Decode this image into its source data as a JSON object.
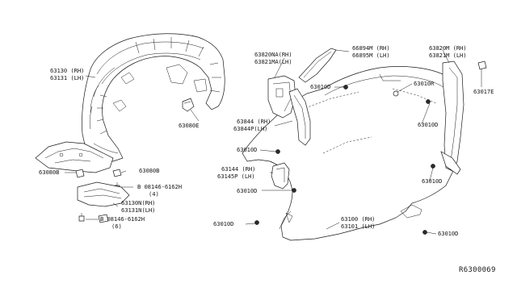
{
  "labels": {
    "liner_rh": "63130 (RH)",
    "liner_lh": "63131 (LH)",
    "p63080e": "63080E",
    "p63080b_left": "63080B",
    "p63080b_right": "63080B",
    "bolt_a": "B 08146-6162H",
    "bolt_a_qty": "(4)",
    "cover_rh": "63130N(RH)",
    "cover_lh": "63131N(LH)",
    "bolt_b": "B 08146-6162H",
    "bolt_b_qty": "(6)",
    "p63820na_rh": "63820NA(RH)",
    "p63821ma_lh": "63821MA(LH)",
    "p66894m_rh": "66894M (RH)",
    "p66895m_lh": "66895M (LH)",
    "p63010d_top": "63010D",
    "p63844_rh": "63844 (RH)",
    "p63844p_lh": "63844P(LH)",
    "p63010d_mid": "63010D",
    "p63144_rh": "63144 (RH)",
    "p63145p_lh": "63145P (LH)",
    "p63010d_lowleft": "63010D",
    "p63010d_bottomleft": "63010D",
    "p63010r": "63010R",
    "p63820m_rh": "63820M (RH)",
    "p63821m_lh": "63821M (LH)",
    "p63017e": "63017E",
    "p63010d_right": "63010D",
    "p63010d_right2": "63010D",
    "fender_rh": "63100 (RH)",
    "fender_lh": "63101 (LH)",
    "p63010d_bottomright": "63010D"
  },
  "reference": "R6300069"
}
